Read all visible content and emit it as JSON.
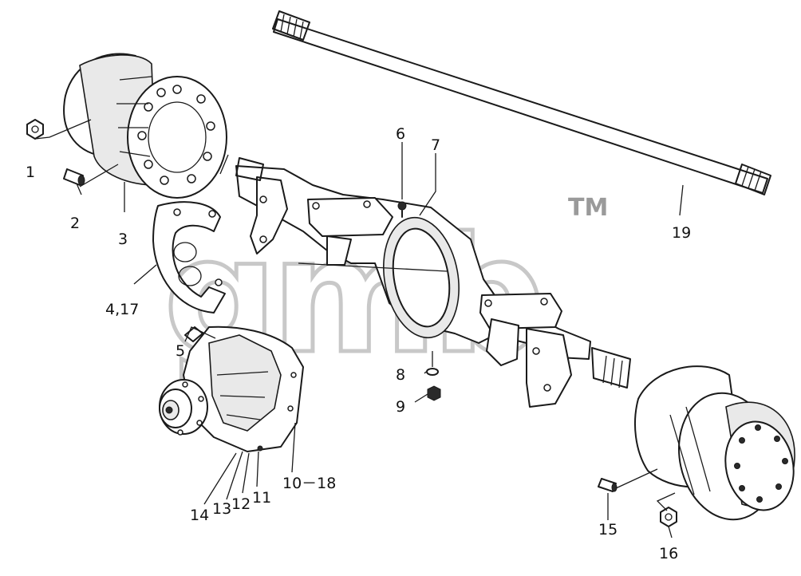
{
  "watermark": {
    "text": "gmb",
    "trademark": "TM"
  },
  "callouts": {
    "c1": "1",
    "c2": "2",
    "c3": "3",
    "c4": "4,17",
    "c5": "5",
    "c6": "6",
    "c7": "7",
    "c8": "8",
    "c9": "9",
    "c10": "10－18",
    "c11": "11",
    "c12": "12",
    "c13": "13",
    "c14": "14",
    "c15": "15",
    "c16": "16",
    "c19": "19"
  },
  "colors": {
    "line": "#1a1a1a",
    "watermark": "#c8c8c8",
    "background": "#ffffff"
  }
}
